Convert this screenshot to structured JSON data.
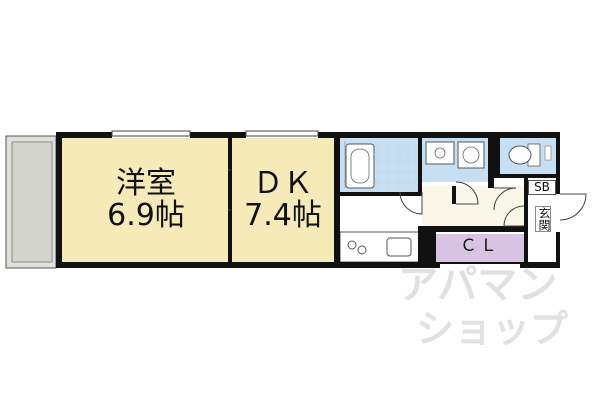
{
  "rooms": {
    "western_room": {
      "name": "洋室",
      "size": "6.9帖"
    },
    "dk": {
      "name": "ＤＫ",
      "size": "7.4帖"
    },
    "cl": {
      "name": "ＣＬ"
    },
    "sb": {
      "name": "SB"
    },
    "genkan": {
      "name": "玄関"
    }
  },
  "watermark": {
    "line1": "アパマン",
    "line2": "ショップ"
  },
  "colors": {
    "room_fill": "#f6eab8",
    "wet_fill": "#c6dff2",
    "closet_fill": "#d9c3e3",
    "wall": "#111111",
    "balcony": "#dfe0db"
  }
}
